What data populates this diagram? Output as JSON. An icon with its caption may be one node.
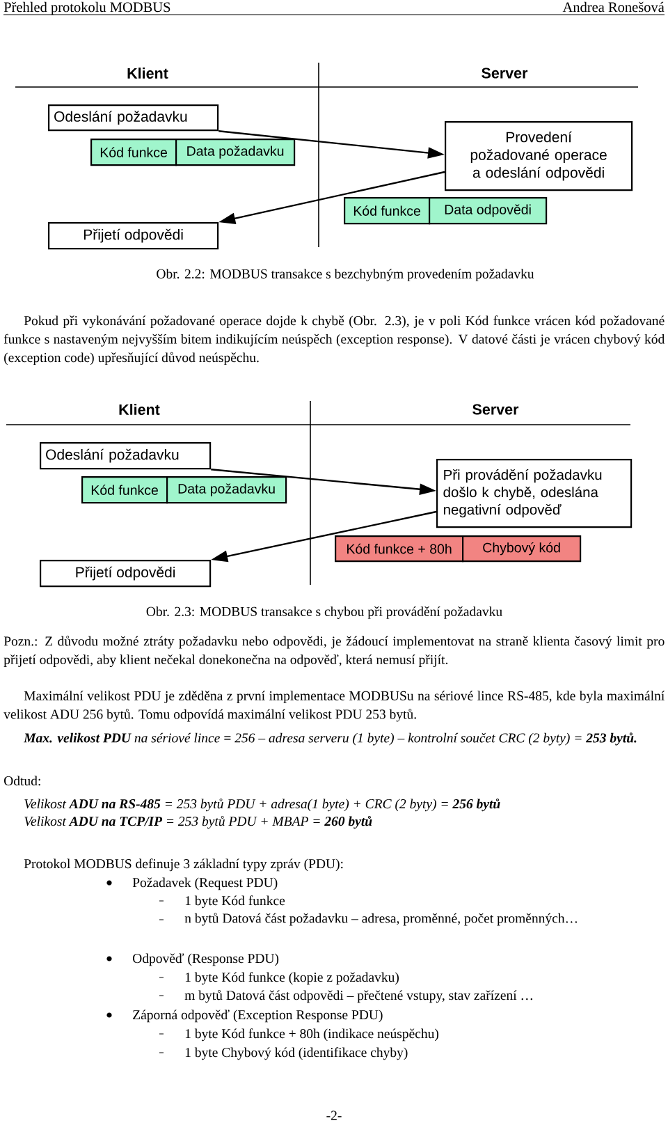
{
  "diagram": {
    "nodes": [
      {
        "text": [
          "Odeslání požadavku"
        ]
      },
      {
        "text": [
          "Kód funkce"
        ]
      },
      {
        "text": [
          "Data požadavku"
        ]
      },
      {
        "text": [
          "Provedení požadované operace a odeslání odpovědi"
        ]
      },
      {
        "text": [
          "Kód funkce"
        ]
      },
      {
        "text": [
          "Data odpovědi"
        ]
      },
      {
        "text": [
          "Přijetí odpovědi"
        ]
      },
      {
        "text": [
          "Odeslání požadavku"
        ]
      },
      {
        "text": [
          "Kód funkce"
        ]
      },
      {
        "text": [
          "Data požadavku"
        ]
      },
      {
        "text": [
          "Při provádění požadavku došlo k chybě, odeslána negativní odpověď"
        ]
      },
      {
        "text": [
          "Kód funkce + 80h"
        ]
      },
      {
        "text": [
          "Chybový kód"
        ]
      },
      {
        "text": [
          "Přijetí odpovědi"
        ]
      }
    ],
    "edges": [
      {
        "from": 0,
        "to": 3,
        "arrow": "to"
      },
      {
        "from": 3,
        "to": 6,
        "arrow": "to"
      },
      {
        "from": 7,
        "to": 10,
        "arrow": "to"
      },
      {
        "from": 10,
        "to": 13,
        "arrow": "to"
      }
    ],
    "labels": [
      "Přehled protokolu MODBUS",
      "Andrea Ronešová",
      "Klient",
      "Server",
      "Obr. 2.2: MODBUS transakce s bezchybným provedením požadavku",
      "Pokud při vykonávání požadované operace dojde k chybě (Obr. 2.3), je v poli Kód funkce vrácen kód požadované funkce s nastaveným nejvyšším bitem indikujícím neúspěch (exception response). V datové části je vrácen chybový kód (exception code) upřesňující důvod neúspěchu.",
      "Klient",
      "Server",
      "Obr. 2.3: MODBUS transakce s chybou při provádění požadavku",
      "Pozn.: Z důvodu možné ztráty požadavku nebo odpovědi, je žádoucí implementovat na straně klienta časový limit pro přijetí odpovědi, aby klient nečekal donekonečna na odpověď, která nemusí přijít.",
      "Maximální velikost PDU je zděděna z první implementace MODBUSu na sériové lince RS-485, kde byla maximální velikost ADU 256 bytů. Tomu odpovídá maximální velikost PDU 253 bytů.",
      "**Max. velikost PDU** na sériové lince **=** 256 – adresa serveru (1 byte) – kontrolní součet CRC (2 byty) = **253 bytů.**",
      "Odtud:",
      "Velikost **ADU na RS-485** = 253 bytů PDU + adresa(1 byte) + CRC (2 byty) = **256 bytů**",
      "Velikost **ADU na TCP/IP** = 253 bytů PDU + MBAP = **260 bytů**",
      "Protokol MODBUS definuje 3 základní typy zpráv (PDU):",
      "Požadavek (Request PDU)",
      "1 byte Kód funkce",
      "n bytů Datová část požadavku – adresa, proměnné, počet proměnných…",
      "Odpověď (Response PDU)",
      "1 byte Kód funkce (kopie z požadavku)",
      "m bytů Datová část odpovědi – přečtené vstupy, stav zařízení …",
      "Záporná odpověď (Exception Response PDU)",
      "1 byte Kód funkce + 80h (indikace neúspěchu)",
      "1 byte Chybový kód (identifikace chyby)",
      "-2-"
    ]
  }
}
